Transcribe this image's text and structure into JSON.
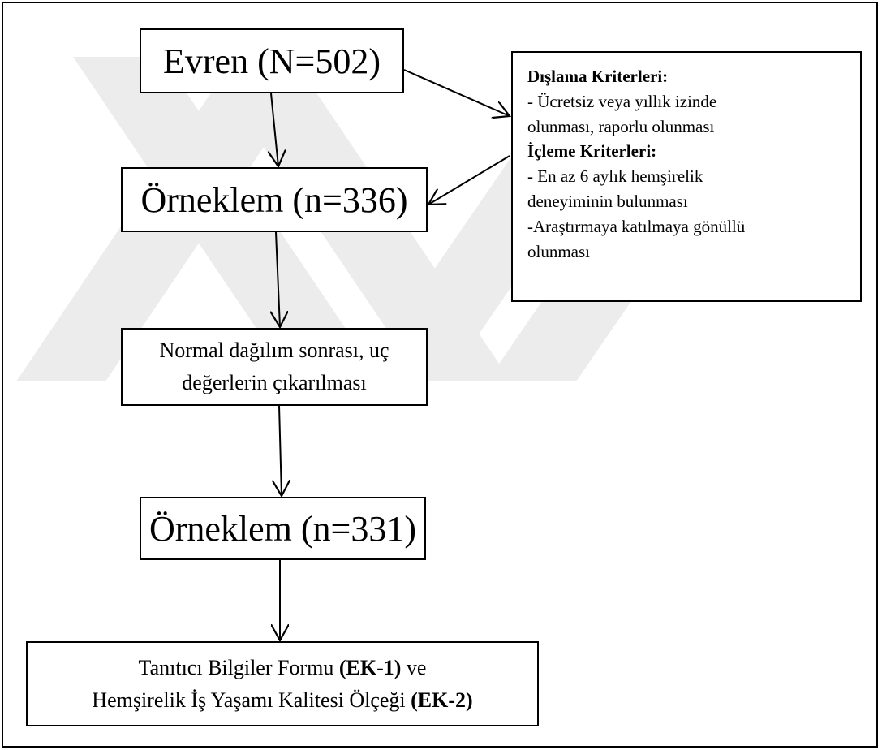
{
  "boxes": {
    "population": "Evren (N=502)",
    "sample_initial": "Örneklem (n=336)",
    "normal_distribution": {
      "line1": "Normal dağılım sonrası, uç",
      "line2": "değerlerin çıkarılması"
    },
    "sample_final": "Örneklem (n=331)",
    "forms": {
      "line1_text": "Tanıtıcı Bilgiler Formu ",
      "line1_bold": "(EK-1)",
      "line1_tail": " ve",
      "line2_text": "Hemşirelik İş Yaşamı Kalitesi Ölçeği ",
      "line2_bold": "(EK-2)"
    }
  },
  "criteria": {
    "exclusion_title": "Dışlama Kriterleri:",
    "exclusion_line1": "- Ücretsiz veya yıllık izinde",
    "exclusion_line2": "olunması, raporlu olunması",
    "inclusion_title": "İçleme Kriterleri:",
    "inclusion_line1": "- En az 6 aylık hemşirelik",
    "inclusion_line2": "deneyiminin bulunması",
    "inclusion_line3": "-Araştırmaya katılmaya gönüllü",
    "inclusion_line4": "olunması"
  },
  "colors": {
    "line": "#000000",
    "watermark": "#ececec"
  }
}
